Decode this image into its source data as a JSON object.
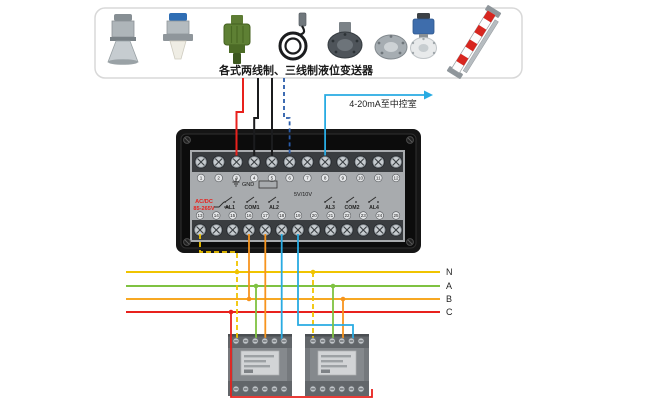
{
  "palette": {
    "wire_red": "#e8211d",
    "wire_black": "#1b1c1e",
    "wire_blue": "#2a5caa",
    "wire_cyan": "#29abe2",
    "wire_orange": "#f7941d",
    "wire_yellow": "#f0c400",
    "wire_green": "#7fc241",
    "panel_case": "#151515",
    "panel_plate": "#a8abae",
    "terminal_strip": "#3a3d40"
  },
  "sensor_box": {
    "caption": "各式两线制、三线制液位变送器",
    "sensors": [
      {
        "name": "radar-level-transmitter"
      },
      {
        "name": "ultrasonic-level-transmitter"
      },
      {
        "name": "capacitance-level-probe"
      },
      {
        "name": "cable-probe-coil"
      },
      {
        "name": "flange-fitting-dark"
      },
      {
        "name": "flange-fitting-light"
      },
      {
        "name": "pressure-transmitter"
      },
      {
        "name": "magnetic-level-gauge"
      }
    ]
  },
  "annotations": {
    "output_arrow_label": "4-20mA至中控室"
  },
  "panel": {
    "top_terminal_numbers": [
      "1",
      "2",
      "3",
      "4",
      "5",
      "6",
      "7",
      "8",
      "9",
      "10",
      "11",
      "12"
    ],
    "bottom_terminal_numbers": [
      "13",
      "14",
      "15",
      "16",
      "17",
      "18",
      "19",
      "20",
      "21",
      "22",
      "23",
      "24",
      "25"
    ],
    "labels": {
      "gnd": "GND",
      "signal": "5V/10V",
      "power_line1": "AC/DC",
      "power_line2": "85-265V",
      "relay_group1": [
        "AL1",
        "COM1",
        "AL2"
      ],
      "relay_group2": [
        "AL3",
        "COM2",
        "AL4"
      ]
    }
  },
  "power_lines": [
    {
      "label": "N",
      "color": "#f0c400"
    },
    {
      "label": "A",
      "color": "#7fc241"
    },
    {
      "label": "B",
      "color": "#f7a823"
    },
    {
      "label": "C",
      "color": "#e8211d"
    }
  ],
  "contactors": [
    {
      "name": "contactor-1"
    },
    {
      "name": "contactor-2"
    }
  ]
}
